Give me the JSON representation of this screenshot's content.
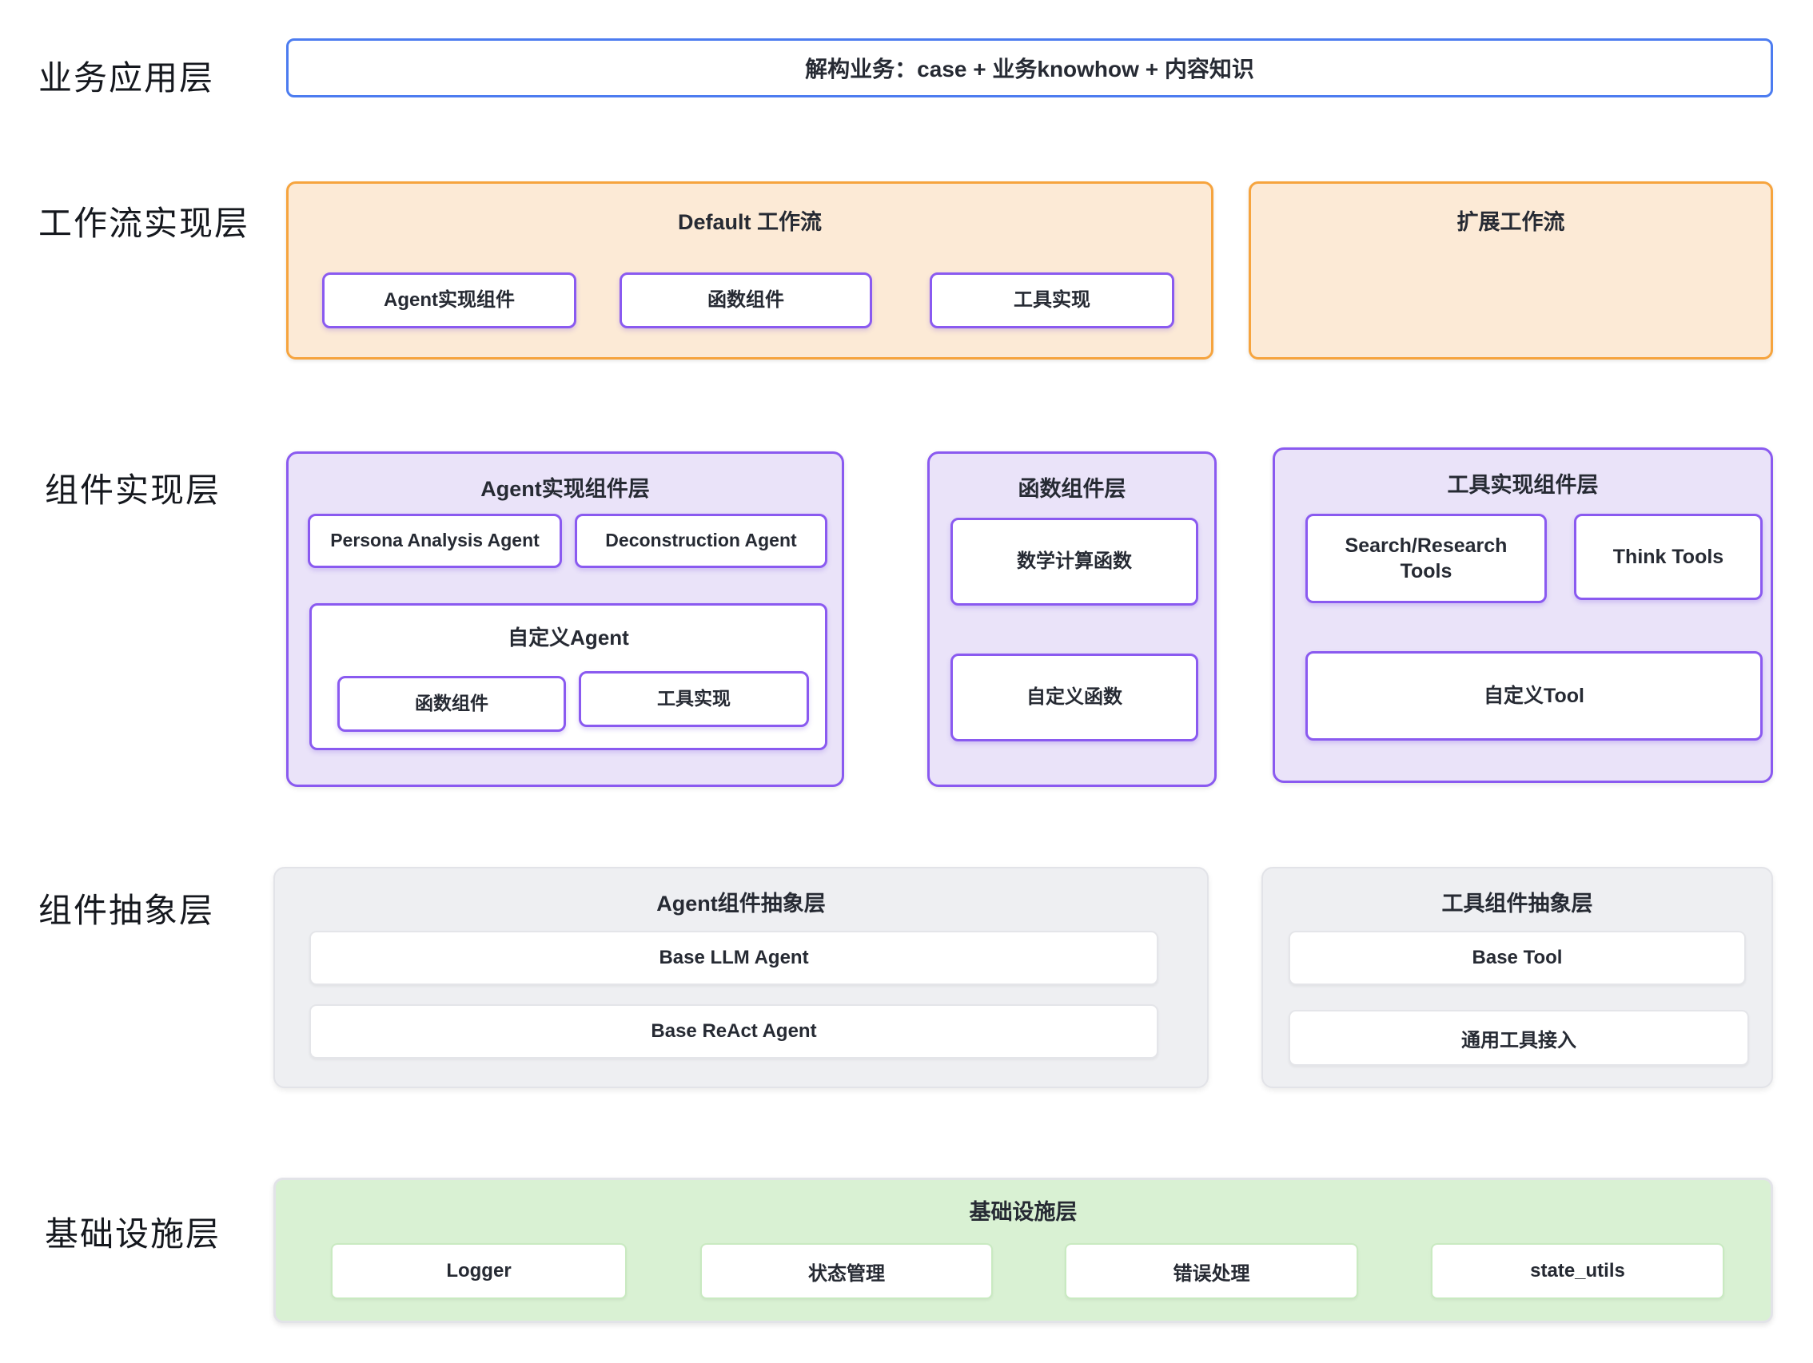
{
  "layers": {
    "business": {
      "label": "业务应用层",
      "box_text": "解构业务：case + 业务knowhow + 内容知识"
    },
    "workflow": {
      "label": "工作流实现层",
      "default_workflow": {
        "title": "Default 工作流",
        "components": [
          "Agent实现组件",
          "函数组件",
          "工具实现"
        ]
      },
      "extended_workflow": {
        "title": "扩展工作流"
      }
    },
    "component_impl": {
      "label": "组件实现层",
      "agent_group": {
        "title": "Agent实现组件层",
        "agents": [
          "Persona Analysis Agent",
          "Deconstruction Agent"
        ],
        "custom_agent": {
          "title": "自定义Agent",
          "children": [
            "函数组件",
            "工具实现"
          ]
        }
      },
      "function_group": {
        "title": "函数组件层",
        "items": [
          "数学计算函数",
          "自定义函数"
        ]
      },
      "tool_group": {
        "title": "工具实现组件层",
        "items": [
          "Search/Research Tools",
          "Think Tools"
        ],
        "wide_item": "自定义Tool"
      }
    },
    "abstraction": {
      "label": "组件抽象层",
      "agent_abs": {
        "title": "Agent组件抽象层",
        "items": [
          "Base LLM Agent",
          "Base ReAct Agent"
        ]
      },
      "tool_abs": {
        "title": "工具组件抽象层",
        "items": [
          "Base Tool",
          "通用工具接入"
        ]
      }
    },
    "infrastructure": {
      "label": "基础设施层",
      "title": "基础设施层",
      "items": [
        "Logger",
        "状态管理",
        "错误处理",
        "state_utils"
      ]
    }
  },
  "colors": {
    "blue-border": "#4c7cf0",
    "orange-border": "#f6a43e",
    "orange-fill": "#fcead6",
    "purple-border": "#8a5af0",
    "purple-fill": "#eae3f9",
    "gray-fill": "#eeeff2",
    "gray-border": "#e2e3e8",
    "green-fill": "#d9f1d3",
    "green-inner-border": "#c9eac1",
    "text": "#262a33"
  }
}
